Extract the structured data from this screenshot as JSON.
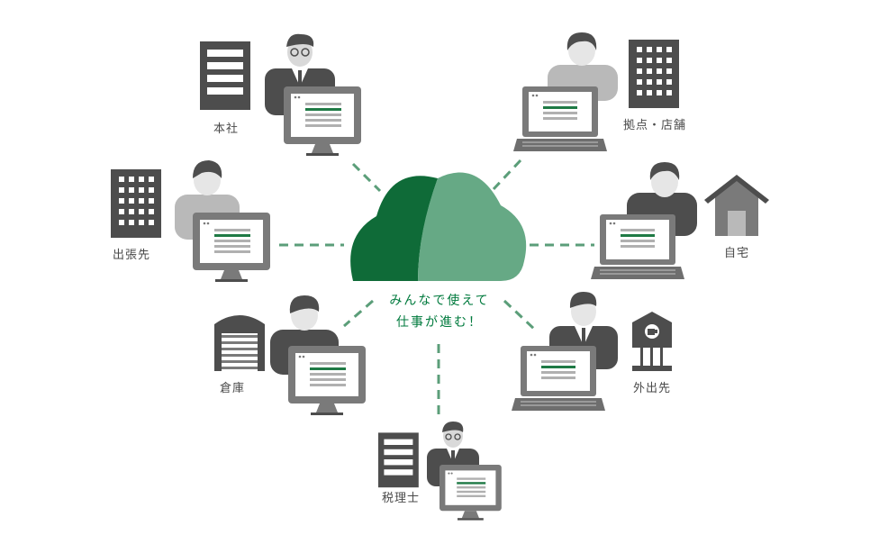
{
  "labels": {
    "honsha": "本社",
    "kyoten": "拠点・店舗",
    "shucchousaki": "出張先",
    "jitaku": "自宅",
    "souko": "倉庫",
    "gaishutsusaki": "外出先",
    "zeirishi": "税理士"
  },
  "tagline": {
    "line1": "みんなで使えて",
    "line2": "仕事が進む！"
  },
  "colors": {
    "cloud_dark": "#0f6b38",
    "cloud_light": "#66a985",
    "accent": "#007a3d",
    "connector": "#5b9e79",
    "dark_gray": "#4d4d4d",
    "mid_gray": "#7a7a7a",
    "light_gray": "#b9b9b9",
    "screen_white": "#ffffff",
    "row_green": "#1f7a45"
  }
}
